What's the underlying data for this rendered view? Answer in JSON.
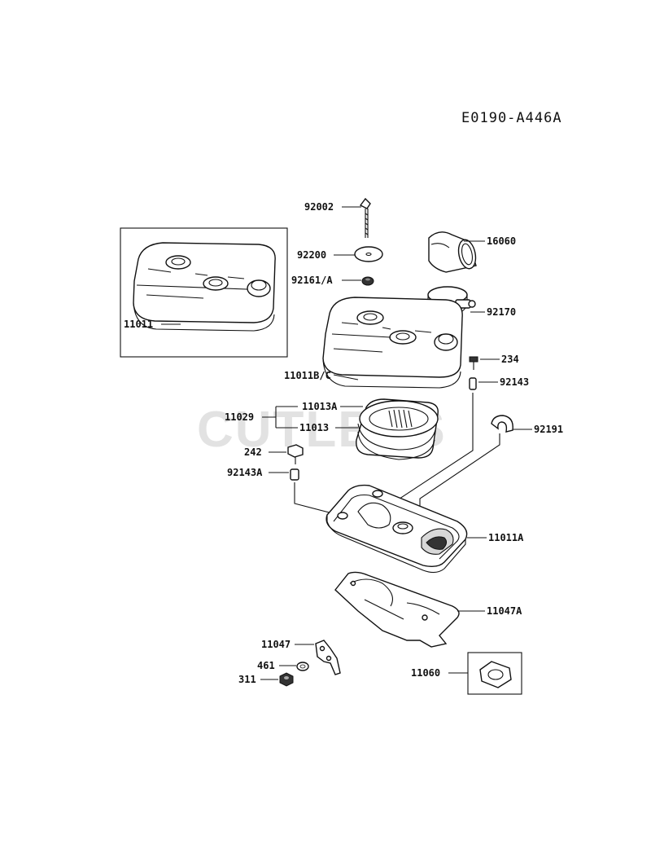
{
  "diagram_code": "E0190-A446A",
  "watermark": "CUTLERS",
  "parts": {
    "p92002": "92002",
    "p92200": "92200",
    "p92161": "92161/A",
    "p16060": "16060",
    "p92170": "92170",
    "p11011": "11011",
    "p234": "234",
    "p11011bc": "11011B/C",
    "p92143": "92143",
    "p11013a": "11013A",
    "p11029": "11029",
    "p11013": "11013",
    "p92191": "92191",
    "p242": "242",
    "p92143a": "92143A",
    "p11011a": "11011A",
    "p11047a": "11047A",
    "p11047": "11047",
    "p461": "461",
    "p311": "311",
    "p11060": "11060"
  }
}
